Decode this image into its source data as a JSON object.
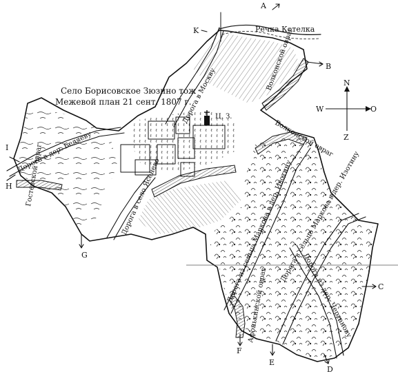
{
  "title": {
    "line1": "Село Борисовское Зюзино тож",
    "line2": "Межевой план 21 сент. 1807 г."
  },
  "compass": {
    "north": "N",
    "south": "Z",
    "west": "W",
    "east": "O"
  },
  "points": {
    "A": "A",
    "B": "B",
    "C": "C",
    "D": "D",
    "E": "E",
    "F": "F",
    "G": "G",
    "H": "H",
    "I": "I",
    "K": "K"
  },
  "labels": {
    "river": "Речка Котелка",
    "center": "Ц. З.",
    "road_moscow": "Дорога в Москву",
    "road_belyaevo": "Дорога в дер. Беляеву",
    "road_yasenevo": "Дорога в село Ясенево",
    "road_markovo_izotino_1": "Дорога из сельца Маркова в дер. Изотину",
    "road_markovo_izotino_2": "Дорога в сельцо Маркова в дер. Изотину",
    "road_chertanovo": "Дорога из дер. Чертанову",
    "ravine_volkonsky_1": "Волконской овраг",
    "ravine_volkonsky_2": "Волконской овраг",
    "ravine_gostevsky": "Гостевской овраг",
    "ravine_afonkinsky": "Афонькинской овраг"
  },
  "colors": {
    "ink": "#111111",
    "paper": "#ffffff"
  }
}
